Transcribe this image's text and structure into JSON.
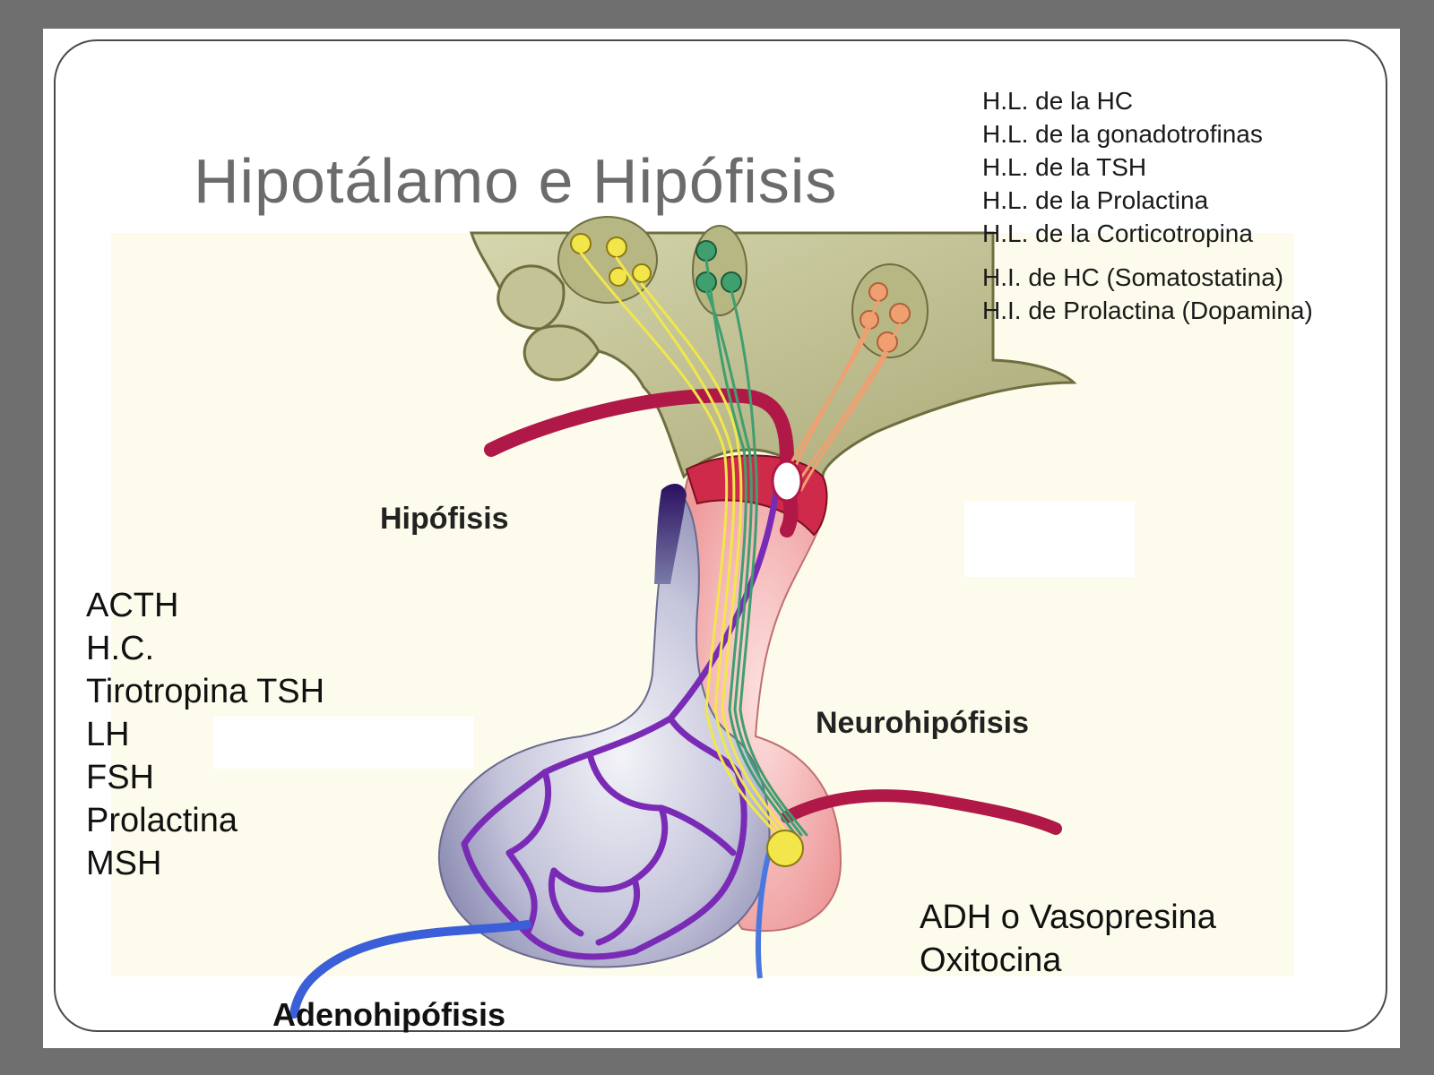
{
  "title": "Hipotálamo e Hipófisis",
  "hypothalamus_hormones": {
    "liberating": [
      "H.L. de la HC",
      "H.L. de la gonadotrofinas",
      "H.L. de la TSH",
      "H.L. de la Prolactina",
      "H.L. de la Corticotropina"
    ],
    "inhibiting": [
      "H.I. de HC (Somatostatina)",
      "H.I. de Prolactina (Dopamina)"
    ]
  },
  "labels": {
    "hipofisis": "Hipófisis",
    "neurohipofisis": "Neurohipófisis",
    "adenohipofisis": "Adenohipófisis"
  },
  "adeno_hormones": [
    "ACTH",
    "H.C.",
    "Tirotropina TSH",
    "LH",
    "FSH",
    "Prolactina",
    "MSH"
  ],
  "neuro_hormones": [
    "ADH o Vasopresina",
    "Oxitocina"
  ],
  "colors": {
    "background": "#6f6f6f",
    "diagram_bg": "#fdfcec",
    "hypothalamus": "#c9c99a",
    "artery": "#b01848",
    "portal_vessels": "#7a2bb5",
    "vein": "#3a5fd8",
    "adeno_lobe": "#b9b9d6",
    "neuro_lobe": "#f4b3b3",
    "yellow_neurons": "#f2e64b",
    "green_neurons": "#3f9f6f",
    "orange_neurons": "#f0a070"
  }
}
